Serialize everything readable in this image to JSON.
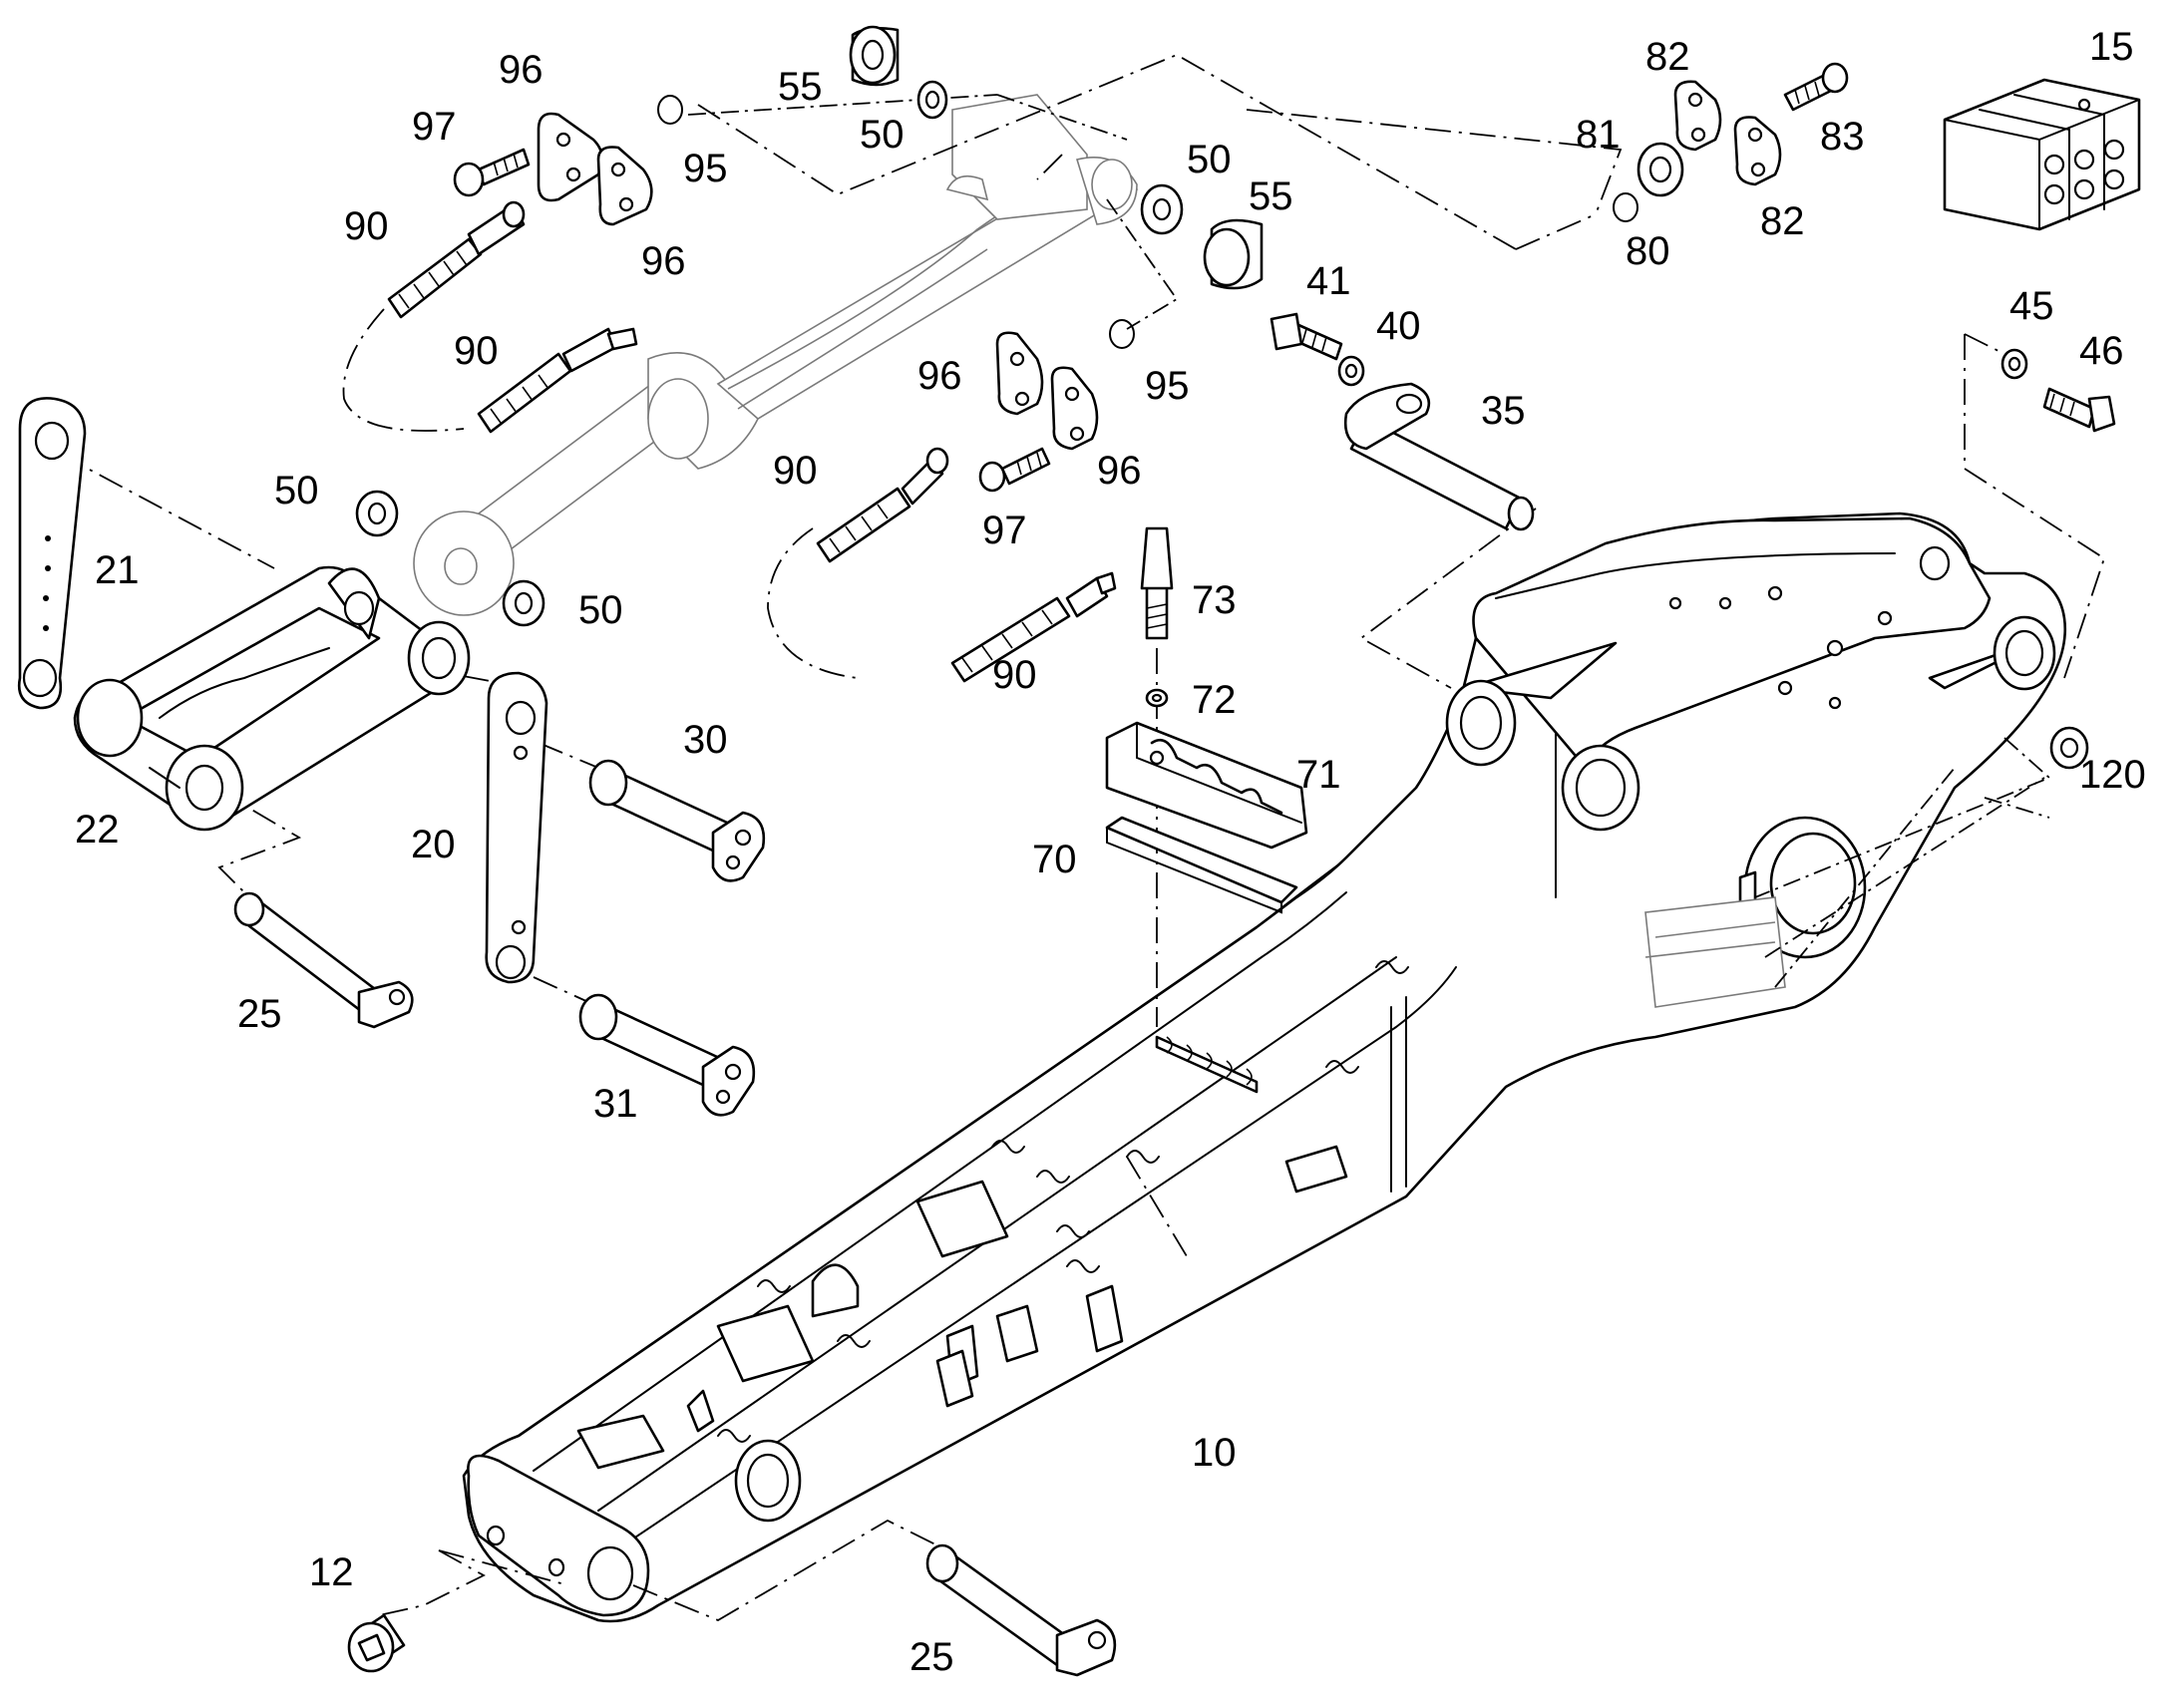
{
  "callouts": {
    "c10": "10",
    "c12": "12",
    "c15": "15",
    "c20": "20",
    "c21": "21",
    "c22": "22",
    "c25a": "25",
    "c25b": "25",
    "c30": "30",
    "c31": "31",
    "c35": "35",
    "c40": "40",
    "c41": "41",
    "c45": "45",
    "c46": "46",
    "c50a": "50",
    "c50b": "50",
    "c50c": "50",
    "c50d": "50",
    "c55a": "55",
    "c55b": "55",
    "c70": "70",
    "c71": "71",
    "c72": "72",
    "c73": "73",
    "c80": "80",
    "c81": "81",
    "c82a": "82",
    "c82b": "82",
    "c83": "83",
    "c90a": "90",
    "c90b": "90",
    "c90c": "90",
    "c90d": "90",
    "c95a": "95",
    "c95b": "95",
    "c96a": "96",
    "c96b": "96",
    "c96c": "96",
    "c96d": "96",
    "c97a": "97",
    "c97b": "97",
    "c120": "120"
  }
}
